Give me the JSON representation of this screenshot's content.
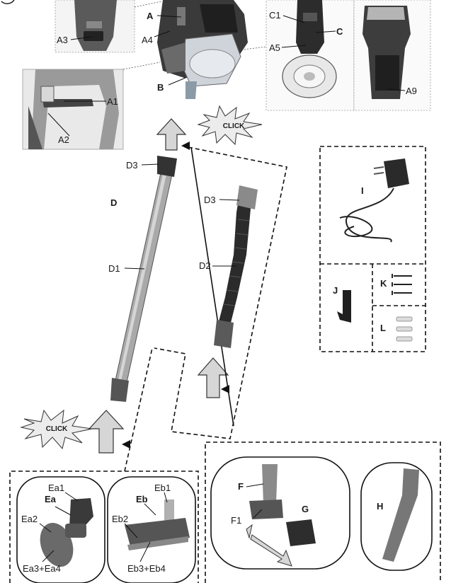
{
  "labels": {
    "A": "A",
    "A1": "A1",
    "A2": "A2",
    "A3": "A3",
    "A4": "A4",
    "A5": "A5",
    "A9": "A9",
    "B": "B",
    "C": "C",
    "C1": "C1",
    "D": "D",
    "D1": "D1",
    "D2": "D2",
    "D3_left": "D3",
    "D3_right": "D3",
    "I": "I",
    "J": "J",
    "K": "K",
    "L": "L",
    "Ea1": "Ea1",
    "Ea": "Ea",
    "Ea2": "Ea2",
    "Ea3_Ea4": "Ea3+Ea4",
    "Eb1": "Eb1",
    "Eb": "Eb",
    "Eb2": "Eb2",
    "Eb3_Eb4": "Eb3+Eb4",
    "F": "F",
    "F1": "F1",
    "G": "G",
    "H": "H"
  },
  "click_labels": {
    "top": "CLICK",
    "bottom": "CLICK"
  },
  "colors": {
    "line": "#111111",
    "arrow_fill": "#d6d6d6",
    "body_dark": "#3a3a3a",
    "tube": "#a9a9a9",
    "hose": "#2b2b2b"
  }
}
